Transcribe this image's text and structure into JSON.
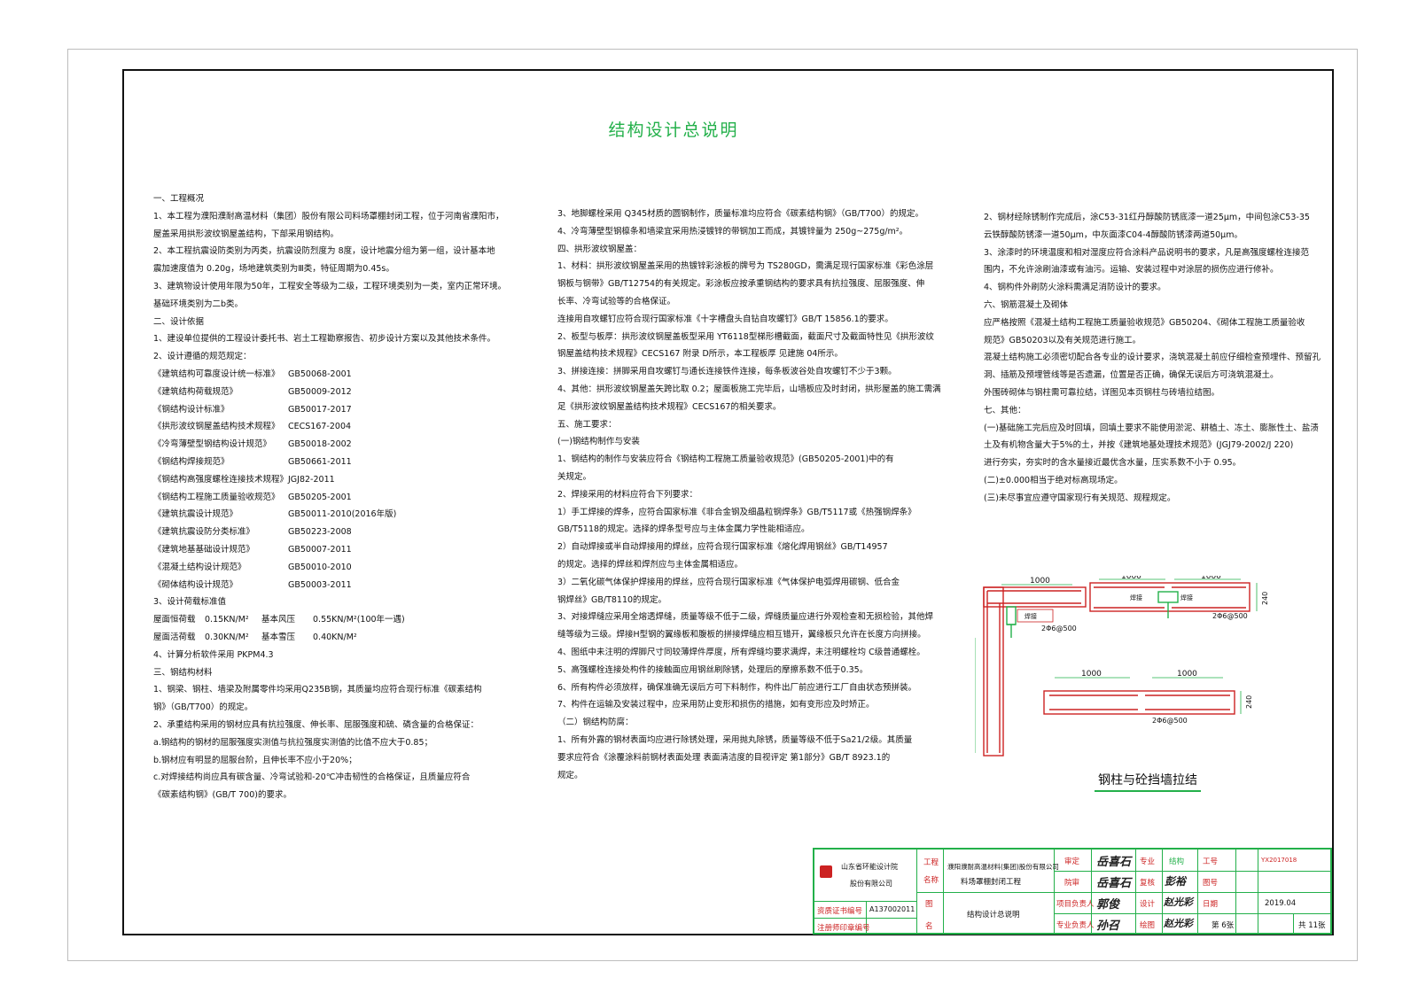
{
  "title": "结构设计总说明",
  "col1": [
    {
      "c": "h",
      "t": "一、工程概况"
    },
    {
      "c": "i1",
      "t": "1、本工程为濮阳濮耐高温材料（集团）股份有限公司料场罩棚封闭工程，位于河南省濮阳市，"
    },
    {
      "c": "i1c",
      "t": "屋盖采用拱形波纹钢屋盖结构，下部采用钢结构。"
    },
    {
      "c": "i1",
      "t": "2、本工程抗震设防类别为丙类，抗震设防烈度为 8度，设计地震分组为第一组，设计基本地"
    },
    {
      "c": "i1c",
      "t": "震加速度值为 0.20g，场地建筑类别为Ⅲ类，特征周期为0.45s。"
    },
    {
      "c": "i1",
      "t": "3、建筑物设计使用年限为50年，工程安全等级为二级，工程环境类别为一类，室内正常环境。"
    },
    {
      "c": "i1c",
      "t": "基础环境类别为二b类。"
    },
    {
      "c": "h",
      "t": "二、设计依据"
    },
    {
      "c": "i1",
      "t": "1、建设单位提供的工程设计委托书、岩土工程勘察报告、初步设计方案以及其他技术条件。"
    },
    {
      "c": "i1",
      "t": "2、设计遵循的规范规定："
    }
  ],
  "standards": [
    {
      "name": "《建筑结构可靠度设计统一标准》",
      "code": "GB50068-2001"
    },
    {
      "name": "《建筑结构荷载规范》",
      "code": "GB50009-2012"
    },
    {
      "name": "《钢结构设计标准》",
      "code": "GB50017-2017"
    },
    {
      "name": "《拱形波纹钢屋盖结构技术规程》",
      "code": "CECS167-2004"
    },
    {
      "name": "《冷弯薄壁型钢结构设计规范》",
      "code": "GB50018-2002"
    },
    {
      "name": "《钢结构焊接规范》",
      "code": "GB50661-2011"
    },
    {
      "name": "《钢结构高强度螺栓连接技术规程》",
      "code": "JGJ82-2011"
    },
    {
      "name": "《钢结构工程施工质量验收规范》",
      "code": "GB50205-2001"
    },
    {
      "name": "《建筑抗震设计规范》",
      "code": "GB50011-2010(2016年版)"
    },
    {
      "name": "《建筑抗震设防分类标准》",
      "code": "GB50223-2008"
    },
    {
      "name": "《建筑地基基础设计规范》",
      "code": "GB50007-2011"
    },
    {
      "name": "《混凝土结构设计规范》",
      "code": "GB50010-2010"
    },
    {
      "name": "《砌体结构设计规范》",
      "code": "GB50003-2011"
    }
  ],
  "loads_head": "3、设计荷载标准值",
  "loads": [
    {
      "k1": "屋面恒荷载",
      "v1": "0.15KN/M²",
      "k2": "基本风压",
      "v2": "0.55KN/M²(100年一遇)"
    },
    {
      "k1": "屋面活荷载",
      "v1": "0.30KN/M²",
      "k2": "基本雪压",
      "v2": "0.40KN/M²"
    }
  ],
  "col1b": [
    {
      "c": "i1",
      "t": "4、计算分析软件采用 PKPM4.3"
    },
    {
      "c": "h",
      "t": "三、钢结构材料"
    },
    {
      "c": "i1",
      "t": "1、钢梁、钢柱、墙梁及附属零件均采用Q235B钢，其质量均应符合现行标准《碳素结构"
    },
    {
      "c": "i1c",
      "t": "钢》（GB/T700）的规定。"
    },
    {
      "c": "i1",
      "t": "2、承重结构采用的钢材应具有抗拉强度、伸长率、屈服强度和硫、磷含量的合格保证："
    },
    {
      "c": "i3",
      "t": "a.钢结构的钢材的屈服强度实测值与抗拉强度实测值的比值不应大于0.85；"
    },
    {
      "c": "i3",
      "t": "b.钢材应有明显的屈服台阶，且伸长率不应小于20%；"
    },
    {
      "c": "i3",
      "t": "c.对焊接结构尚应具有碳含量、冷弯试验和-20℃冲击韧性的合格保证，且质量应符合"
    },
    {
      "c": "i3",
      "t": "  《碳素结构钢》(GB/T 700)的要求。"
    }
  ],
  "col2": [
    {
      "c": "i1",
      "t": "3、地脚螺栓采用 Q345材质的圆钢制作，质量标准均应符合《碳素结构钢》（GB/T700）的规定。"
    },
    {
      "c": "i1",
      "t": "4、冷弯薄壁型钢檩条和墙梁宜采用热浸镀锌的带钢加工而成，其镀锌量为 250g~275g/m²。"
    },
    {
      "c": "h",
      "t": "四、拱形波纹钢屋盖："
    },
    {
      "c": "i1",
      "t": "1、材料：拱形波纹钢屋盖采用的热镀锌彩涂板的牌号为 TS280GD，需满足现行国家标准《彩色涂层"
    },
    {
      "c": "i1c",
      "t": "钢板与钢带》GB/T12754的有关规定。彩涂板应按承重钢结构的要求具有抗拉强度、屈服强度、伸"
    },
    {
      "c": "i1c",
      "t": "长率、冷弯试验等的合格保证。"
    },
    {
      "c": "i2",
      "t": "连接用自攻螺钉应符合现行国家标准《十字槽盘头自钻自攻螺钉》GB/T 15856.1的要求。"
    },
    {
      "c": "i1",
      "t": "2、板型与板厚：拱形波纹钢屋盖板型采用 YT6118型梯形槽截面，截面尺寸及截面特性见《拱形波纹"
    },
    {
      "c": "i1c",
      "t": "钢屋盖结构技术规程》CECS167 附录 D所示，本工程板厚 见建施 04所示。"
    },
    {
      "c": "i1",
      "t": "3、拼接连接：拼脚采用自攻螺钉与通长连接铁件连接，每条板波谷处自攻螺钉不少于3颗。"
    },
    {
      "c": "i1",
      "t": "4、其他：拱形波纹钢屋盖矢跨比取 0.2；屋面板施工完毕后，山墙板应及时封闭，拱形屋盖的施工需满"
    },
    {
      "c": "i1c",
      "t": "足《拱形波纹钢屋盖结构技术规程》CECS167的相关要求。"
    },
    {
      "c": "h",
      "t": "五、施工要求："
    },
    {
      "c": "i1",
      "t": "(一)钢结构制作与安装"
    },
    {
      "c": "i1",
      "t": "1、钢结构的制作与安装应符合《钢结构工程施工质量验收规范》(GB50205-2001)中的有"
    },
    {
      "c": "i1c",
      "t": "关规定。"
    },
    {
      "c": "i1",
      "t": "2、焊接采用的材料应符合下列要求："
    },
    {
      "c": "i2",
      "t": "1）手工焊接的焊条，应符合国家标准《非合金钢及细晶粒钢焊条》GB/T5117或《热强钢焊条》"
    },
    {
      "c": "i2",
      "t": "GB/T5118的规定。选择的焊条型号应与主体金属力学性能相适应。"
    },
    {
      "c": "i2",
      "t": "2）自动焊接或半自动焊接用的焊丝，应符合现行国家标准《熔化焊用钢丝》GB/T14957"
    },
    {
      "c": "i2",
      "t": "的规定。选择的焊丝和焊剂应与主体金属相适应。"
    },
    {
      "c": "i2",
      "t": "3）二氧化碳气体保护焊接用的焊丝，应符合现行国家标准《气体保护电弧焊用碳钢、低合金"
    },
    {
      "c": "i2",
      "t": "钢焊丝》GB/T8110的规定。"
    },
    {
      "c": "i1",
      "t": "3、对接焊缝应采用全熔透焊缝，质量等级不低于二级，焊缝质量应进行外观检查和无损检验，其他焊"
    },
    {
      "c": "i1c",
      "t": "缝等级为三级。焊接H型钢的翼缘板和腹板的拼接焊缝应相互错开，翼缘板只允许在长度方向拼接。"
    },
    {
      "c": "i1",
      "t": "4、图纸中未注明的焊脚尺寸同较薄焊件厚度，所有焊缝均要求满焊，未注明螺栓均 C级普通螺栓。"
    },
    {
      "c": "i1",
      "t": "5、高强螺栓连接处构件的接触面应用钢丝刷除锈，处理后的摩擦系数不低于0.35。"
    },
    {
      "c": "i1",
      "t": "6、所有构件必须放样，确保准确无误后方可下料制作，构件出厂前应进行工厂自由状态预拼装。"
    },
    {
      "c": "i1",
      "t": "7、构件在运输及安装过程中，应采用防止变形和损伤的措施，如有变形应及时矫正。"
    },
    {
      "c": "h",
      "t": "（二）钢结构防腐："
    },
    {
      "c": "i1",
      "t": "1、所有外露的钢材表面均应进行除锈处理，采用抛丸除锈，质量等级不低于Sa21/2级。其质量"
    },
    {
      "c": "i1c",
      "t": "要求应符合《涂覆涂料前钢材表面处理 表面清洁度的目视评定 第1部分》GB/T 8923.1的"
    },
    {
      "c": "i1c",
      "t": "规定。"
    }
  ],
  "col3": [
    {
      "c": "i1",
      "t": "2、钢材经除锈制作完成后，涂C53-31红丹醇酸防锈底漆一道25μm，中间包涂C53-35"
    },
    {
      "c": "i1c",
      "t": "云铁醇酸防锈漆一道50μm，中灰面漆C04-4醇酸防锈漆两道50μm。"
    },
    {
      "c": "i1",
      "t": "3、涂漆时的环境温度和相对湿度应符合涂料产品说明书的要求，凡是高强度螺栓连接范"
    },
    {
      "c": "i1c",
      "t": "围内，不允许涂刷油漆或有油污。运输、安装过程中对涂层的损伤应进行修补。"
    },
    {
      "c": "i1",
      "t": "4、钢构件外刷防火涂料需满足消防设计的要求。"
    },
    {
      "c": "h",
      "t": "六、钢筋混凝土及砌体"
    },
    {
      "c": "i1",
      "t": "应严格按照《混凝土结构工程施工质量验收规范》GB50204、《砌体工程施工质量验收"
    },
    {
      "c": "i1",
      "t": "规范》GB50203以及有关规范进行施工。"
    },
    {
      "c": "i1",
      "t": "混凝土结构施工必须密切配合各专业的设计要求，浇筑混凝土前应仔细检查预埋件、预留孔"
    },
    {
      "c": "i1",
      "t": "洞、插筋及预埋管线等是否遗漏，位置是否正确，确保无误后方可浇筑混凝土。"
    },
    {
      "c": "i1",
      "t": "外围砖砌体与钢柱需可靠拉结，详图见本页钢柱与砖墙拉结图。"
    },
    {
      "c": "h",
      "t": "七、其他："
    },
    {
      "c": "i1",
      "t": "(一)基础施工完后应及时回填，回填土要求不能使用淤泥、耕植土、冻土、膨胀性土、盐渍"
    },
    {
      "c": "i1c",
      "t": "土及有机物含量大于5%的土，并按《建筑地基处理技术规范》(JGJ79-2002/J 220)"
    },
    {
      "c": "i1c",
      "t": "进行夯实，夯实时的含水量接近最优含水量，压实系数不小于 0.95。"
    },
    {
      "c": "i1",
      "t": "(二)±0.000相当于绝对标高现场定。"
    },
    {
      "c": "i1",
      "t": "(三)未尽事宜应遵守国家现行有关规范、规程规定。"
    }
  ],
  "details": {
    "title": "钢柱与砼挡墙拉结",
    "dim": "1000",
    "dim_v": "1000",
    "wall": "240",
    "weld": "焊接",
    "rebar": "2Φ6@500"
  },
  "titleblock": {
    "company": "山东省环能设计院",
    "company2": "股份有限公司",
    "cert_label": "资质证书编号",
    "cert_value": "A137002011",
    "stamp_label": "注册师印章编号",
    "proj_label1": "工程",
    "proj_label2": "名称",
    "proj_name1": "濮阳濮耐高温材料(集团)股份有限公司",
    "proj_name2": "料场罩棚封闭工程",
    "fig_label1": "图",
    "fig_label2": "名",
    "fig_name": "结构设计总说明",
    "role_shending": "审定",
    "role_shenhe": "院审",
    "role_fzr": "项目负责人",
    "role_zyfzr": "专业负责人",
    "sig1": "岳喜石",
    "sig2": "岳喜石",
    "sig3": "郭俊",
    "sig4": "孙召",
    "role_zhuanye": "专业",
    "role_jiaohe": "复核",
    "role_sheji": "设计",
    "role_huitu": "绘图",
    "val_zhuanye": "结构",
    "sig5": "彭裕",
    "sig6": "赵光彩",
    "sig7": "赵光彩",
    "lbl_gonghao": "工号",
    "lbl_tuhao": "图号",
    "lbl_riqi": "日期",
    "val_gonghao": "YX2017018",
    "val_riqi": "2019.04",
    "page": "第 6张",
    "total": "共 11张"
  }
}
